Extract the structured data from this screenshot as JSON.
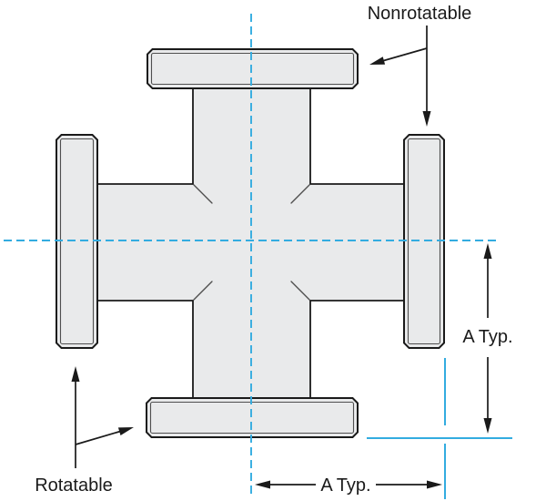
{
  "labels": {
    "nonrotatable": "Nonrotatable",
    "rotatable": "Rotatable",
    "dim_vertical": "A Typ.",
    "dim_horizontal": "A Typ."
  },
  "colors": {
    "outline": "#1a1a1a",
    "fill_gray": "#e9eaeb",
    "centerline_blue": "#33ace0",
    "background": "#ffffff"
  }
}
